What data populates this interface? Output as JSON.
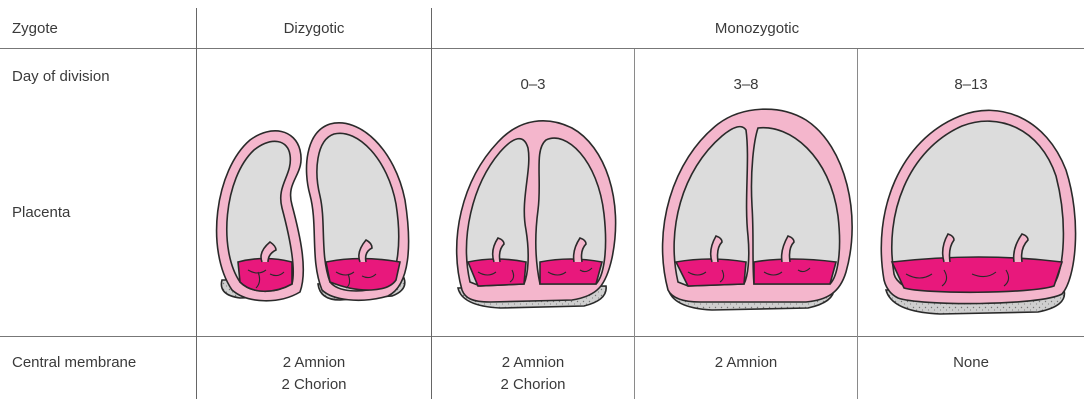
{
  "header": {
    "zygote_label": "Zygote",
    "dizygotic": "Dizygotic",
    "monozygotic": "Monozygotic"
  },
  "rows": {
    "day_of_division": "Day of division",
    "placenta": "Placenta",
    "central_membrane": "Central membrane"
  },
  "columns": [
    {
      "day": "",
      "membrane_line1": "2 Amnion",
      "membrane_line2": "2 Chorion"
    },
    {
      "day": "0–3",
      "membrane_line1": "2 Amnion",
      "membrane_line2": "2 Chorion"
    },
    {
      "day": "3–8",
      "membrane_line1": "2 Amnion",
      "membrane_line2": ""
    },
    {
      "day": "8–13",
      "membrane_line1": "None",
      "membrane_line2": ""
    }
  ],
  "colors": {
    "chorion_pink": "#f4b6cc",
    "placenta_magenta": "#e8187c",
    "cavity_gray": "#dcdcdc",
    "outline": "#2a2a2a"
  }
}
